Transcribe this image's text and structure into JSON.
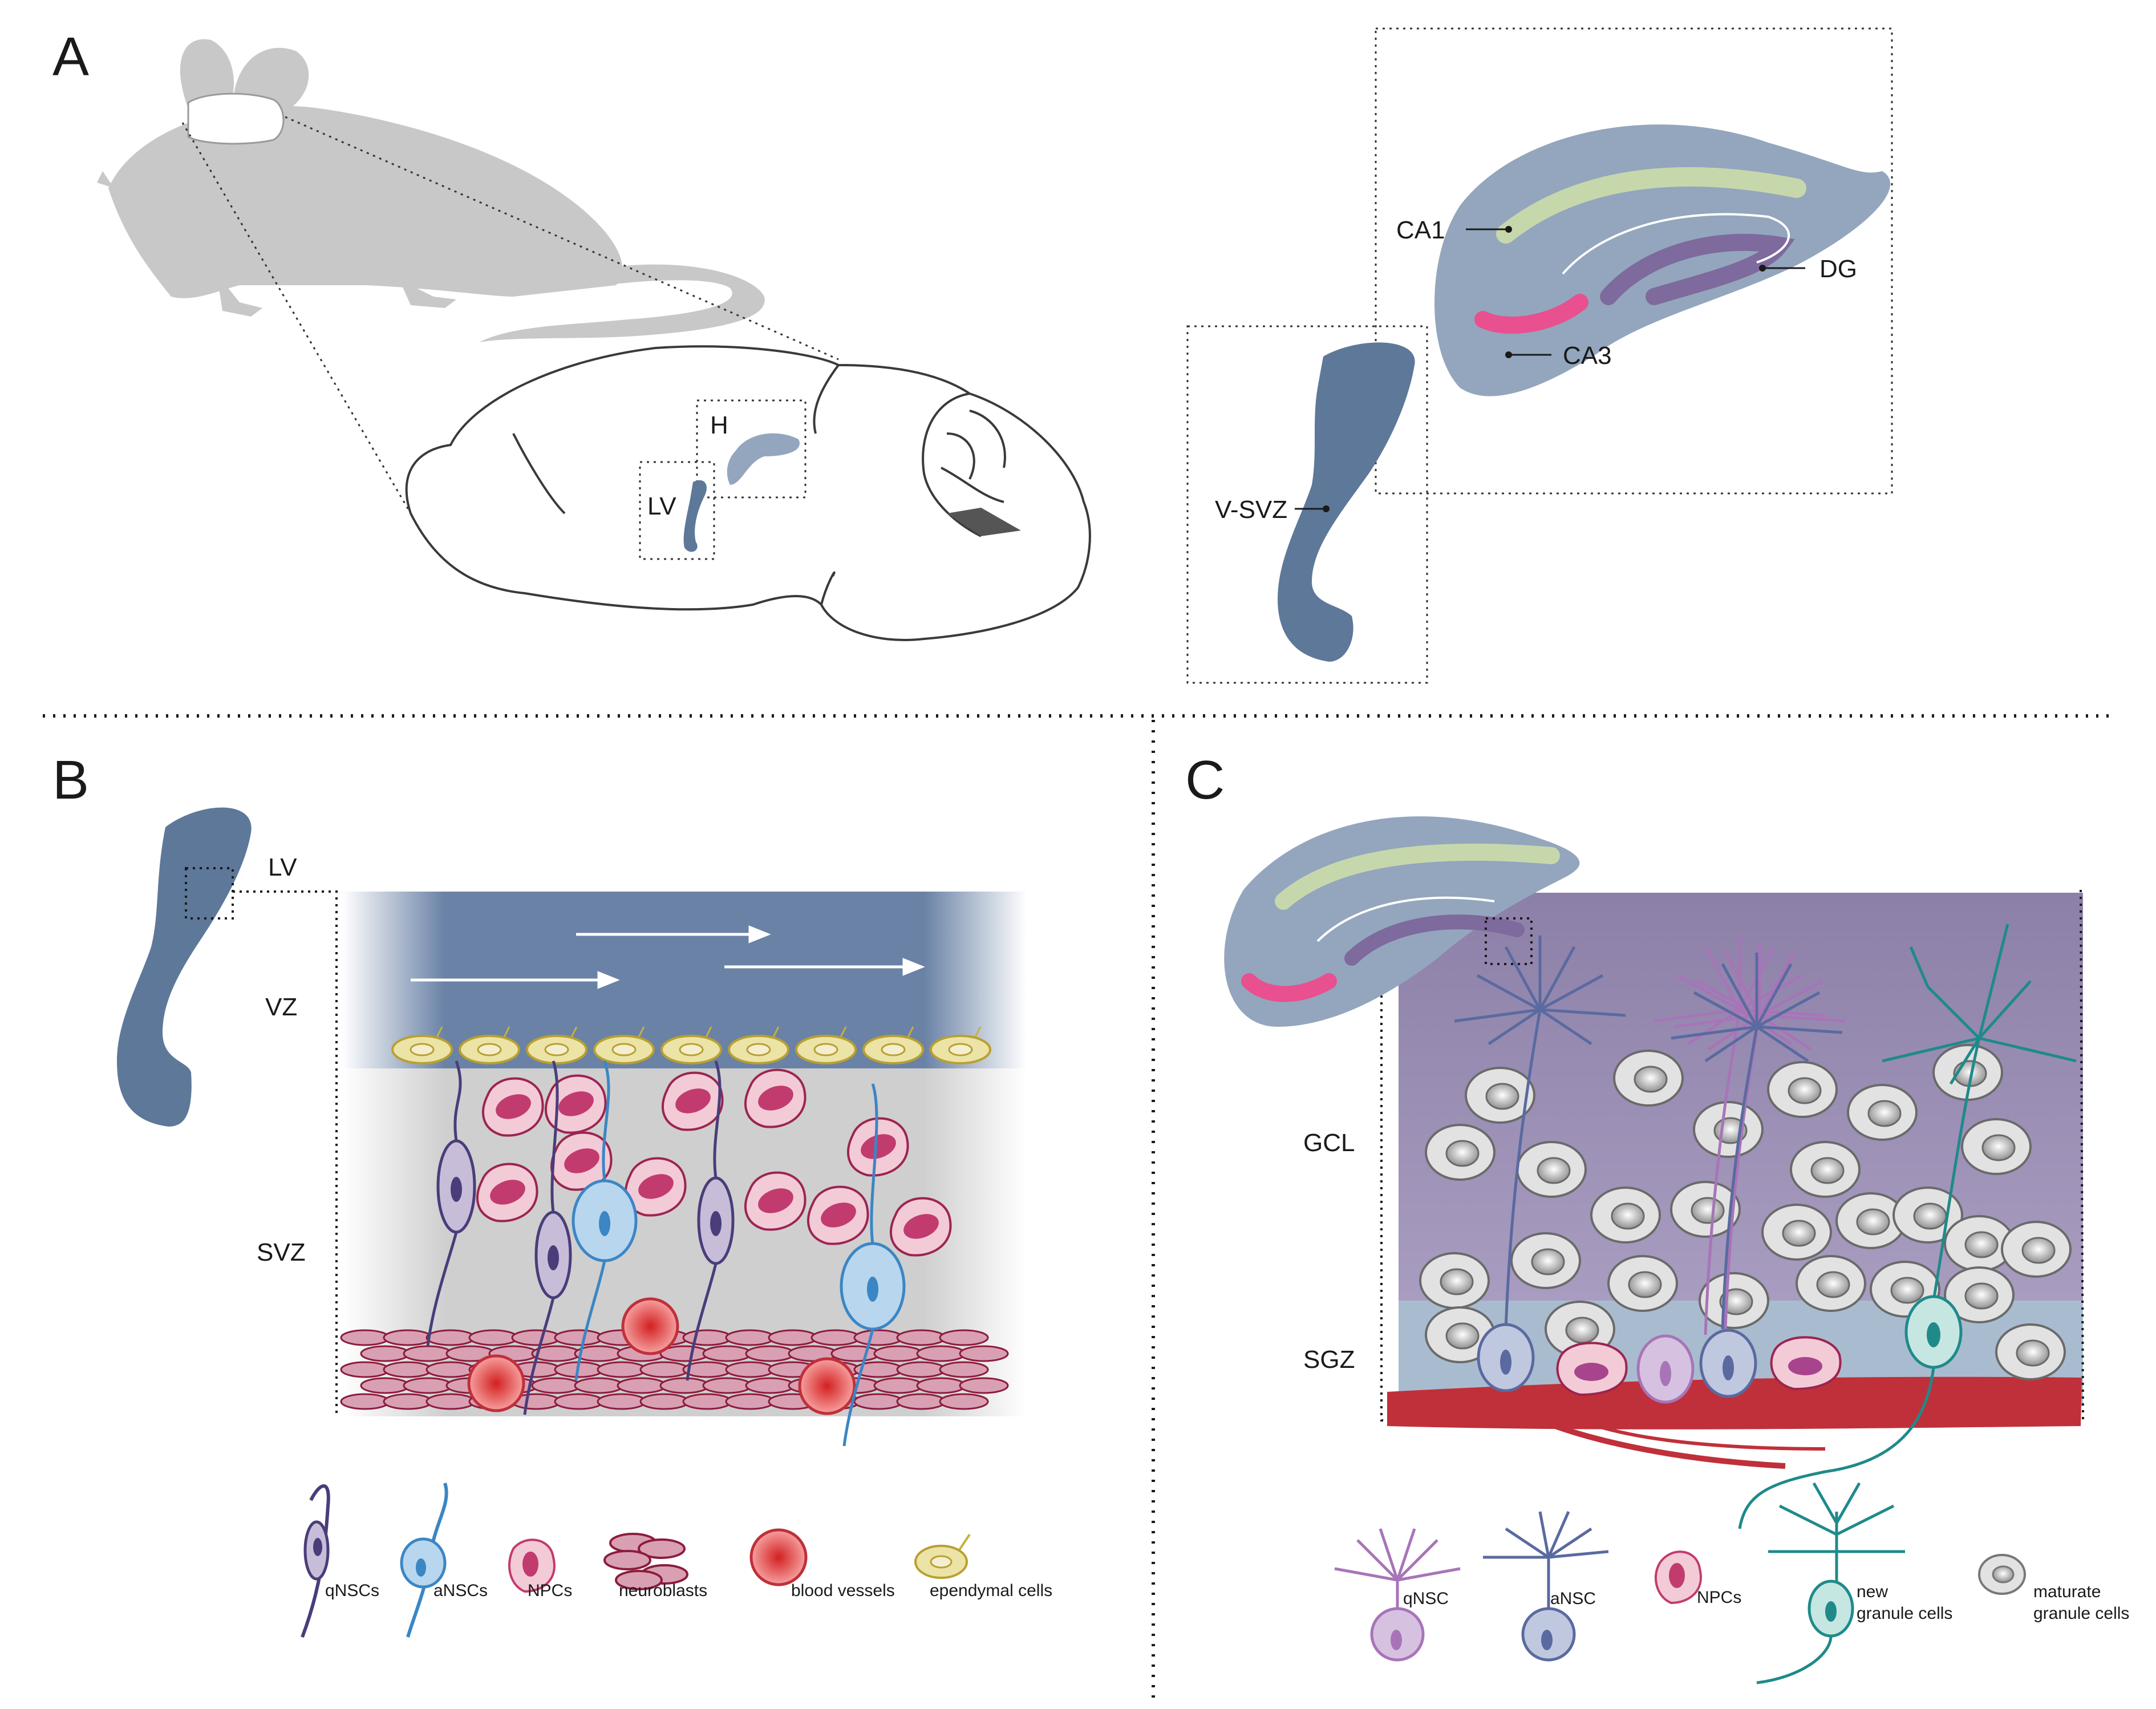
{
  "panels": {
    "a": {
      "letter": "A",
      "brain_labels": {
        "h": "H",
        "lv": "LV"
      },
      "hippocampus_labels": {
        "ca1": "CA1",
        "dg": "DG",
        "ca3": "CA3"
      },
      "ventricle_label": "V-SVZ"
    },
    "b": {
      "letter": "B",
      "zone_labels": {
        "lv": "LV",
        "vz": "VZ",
        "svz": "SVZ"
      },
      "legend": {
        "qnscs": "qNSCs",
        "anscs": "aNSCs",
        "npcs": "NPCs",
        "neuroblasts": "neuroblasts",
        "blood_vessels": "blood vessels",
        "ependymal": "ependymal cells"
      }
    },
    "c": {
      "letter": "C",
      "zone_labels": {
        "gcl": "GCL",
        "sgz": "SGZ"
      },
      "legend": {
        "qnsc": "qNSC",
        "ansc": "aNSC",
        "npcs": "NPCs",
        "new_granule_1": "new",
        "new_granule_2": "granule cells",
        "mature_granule_1": "maturate",
        "mature_granule_2": "granule cells"
      }
    }
  },
  "colors": {
    "mouse": "#c8c8c8",
    "ventricle": "#5e7899",
    "hippocampus": "#93a6bd",
    "ca1_band": "#cfe0a8",
    "ca3_band": "#e8508f",
    "dg_band": "#7e6a9c",
    "qnsc": "#4a3d7a",
    "ansc": "#3b86c4",
    "npc": "#e6b4c4",
    "npc_nucleus": "#c23b6e",
    "vessel": "#c0303a",
    "ependymal": "#e8e0a8",
    "granule": "#d8d8d8",
    "new_granule": "#1f8a8a"
  }
}
